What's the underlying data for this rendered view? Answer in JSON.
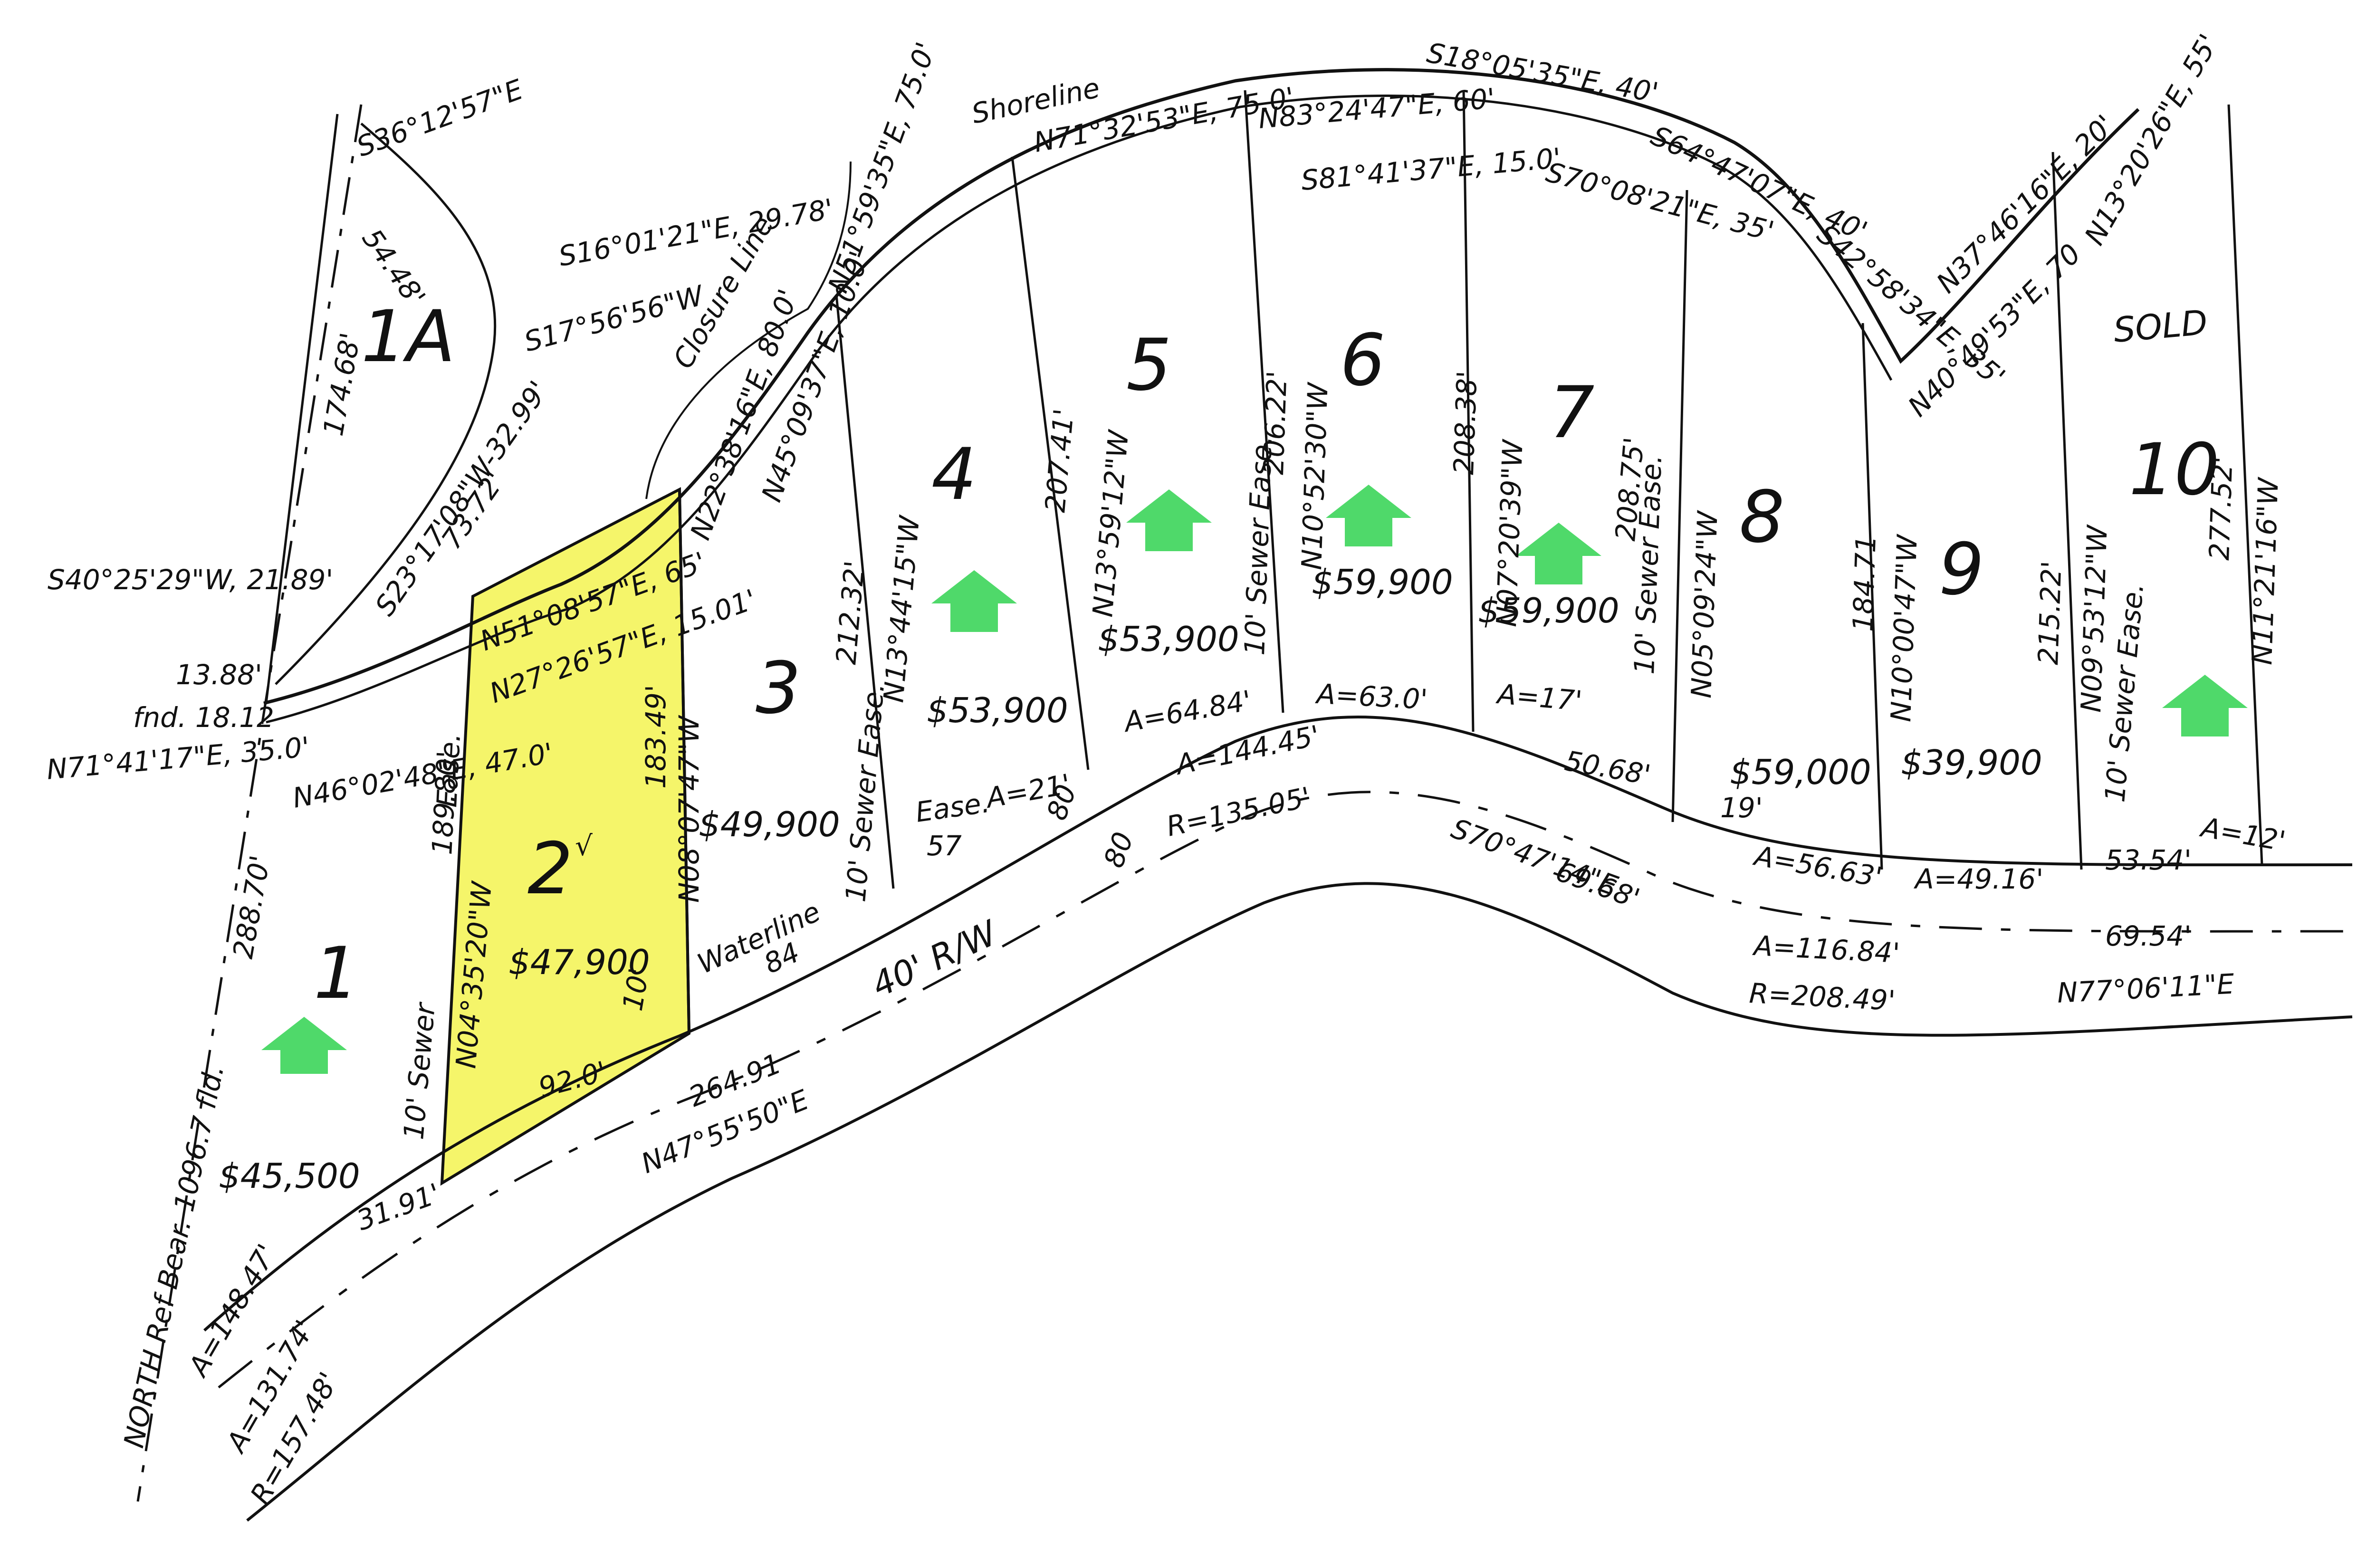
{
  "colors": {
    "highlight": "#f5f56a",
    "arrow": "#4fd96a",
    "ink": "#111111",
    "background": "#ffffff"
  },
  "lots": [
    {
      "id": "1A",
      "label": "1A",
      "price": ""
    },
    {
      "id": "1",
      "label": "1",
      "price": "$45,500",
      "status": "available"
    },
    {
      "id": "2",
      "label": "2",
      "price": "$47,900",
      "status": "highlighted"
    },
    {
      "id": "3",
      "label": "3",
      "price": "$49,900",
      "status": ""
    },
    {
      "id": "4",
      "label": "4",
      "price": "$53,900",
      "status": "available"
    },
    {
      "id": "5",
      "label": "5",
      "price": "$53,900",
      "status": "available"
    },
    {
      "id": "6",
      "label": "6",
      "price": "$59,900",
      "status": "available"
    },
    {
      "id": "7",
      "label": "7",
      "price": "$59,900",
      "status": "available"
    },
    {
      "id": "8",
      "label": "8",
      "price": "$59,000",
      "status": ""
    },
    {
      "id": "9",
      "label": "9",
      "price": "$39,900",
      "status": ""
    },
    {
      "id": "10",
      "label": "10",
      "price": "",
      "status": "available"
    }
  ],
  "annotations": {
    "shoreline": "Shoreline",
    "closure_line": "Closure Line",
    "waterline": "Waterline",
    "waterline_num": "84",
    "road": "40' R/W",
    "sold": "SOLD",
    "north_ref": "NORTH Ref Bear. 1096.7 fld.",
    "sewer_10": "10' Sewer",
    "sewer_ease": "10' Sewer Ease.",
    "ease": "Ease.",
    "check_mark": "√"
  },
  "bearings": {
    "b1": "S36°12'57\"E",
    "b2": "54.48'",
    "b3": "S16°01'21\"E, 29.78'",
    "b4": "S17°56'56\"W",
    "b5": "174.68'",
    "b6": "S23°17'08\"W-32.99'",
    "b7": "73.72'",
    "b8": "S40°25'29\"W, 21.89'",
    "b9": "13.88'",
    "b10": "fnd. 18.12",
    "b11": "N71°41'17\"E, 35.0'",
    "b12": "N46°02'48\"E, 47.0'",
    "b13": "N51°08'57\"E, 65'",
    "b14": "N27°26'57\"E, 15.01'",
    "b15": "N04°35'20\"W",
    "b16": "189.80'",
    "b17": "N08°07'47\"W",
    "b18": "183.49'",
    "b19": "N22°38'16\"E, 80.0'",
    "b20": "N45°09'37\"E, 10.0'",
    "b21": "N51°59'35\"E, 75.0'",
    "b22": "N13°44'15\"W",
    "b23": "212.32'",
    "b24": "N71°32'53\"E, 75.0'",
    "b25": "207.41'",
    "b26": "N13°59'12\"W",
    "b27": "N83°24'47\"E, 60'",
    "b28": "S81°41'37\"E, 15.0'",
    "b29": "N10°52'30\"W",
    "b30": "206.22'",
    "b31": "S18°05'35\"E, 40'",
    "b32": "S70°08'21\"E, 35'",
    "b33": "208.38'",
    "b34": "N07°20'39\"W",
    "b35": "S64°47'07\"E, 40'",
    "b36": "208.75'",
    "b37": "N05°09'24\"W",
    "b38": "S42°58'34\"E, 35'",
    "b39": "184.71",
    "b40": "N10°00'47\"W",
    "b41": "N37°46'16\"E, 20'",
    "b42": "N40°49'53\"E, 70",
    "b43": "N13°20'26\"E, 55'",
    "b44": "215.22'",
    "b45": "N09°53'12\"W",
    "b46": "277.52'",
    "b47": "N11°21'16\"W",
    "b48": "A=21'",
    "b49": "A=64.84'",
    "b50": "A=63.0'",
    "b51": "A=17'",
    "b52": "50.68'",
    "b53": "A=56.63'",
    "b54": "19'",
    "b55": "A=49.16'",
    "b56": "53.54'",
    "b57": "A=12'",
    "b58": "A=144.45'",
    "b59": "R=135.05'",
    "b60": "S70°47'14\"E",
    "b61": "69.68'",
    "b62": "A=116.84'",
    "b63": "R=208.49'",
    "b64": "69.54'",
    "b65": "N77°06'11\"E",
    "b66": "264.91",
    "b67": "N47°55'50\"E",
    "b68": "92.0'",
    "b69": "10'",
    "b70": "31.91'",
    "b71": "288.70'",
    "b72": "A=148.47'",
    "b73": "A=131.74'",
    "b74": "R=157.48'",
    "b75": "57",
    "b76": "80",
    "b77": "80"
  }
}
